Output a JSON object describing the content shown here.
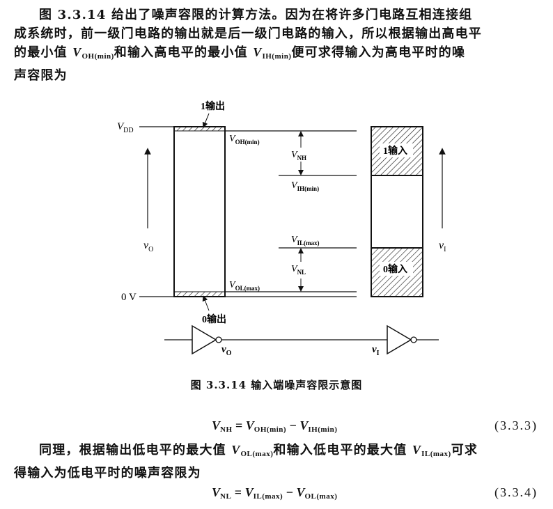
{
  "para1": {
    "l1": "图 3.3.14 给出了噪声容限的计算方法。因为在将许多门电路互相连接组",
    "l2": "成系统时，前一级门电路的输出就是后一级门电路的输入，所以根据输出高电平",
    "l3a": "的最小值",
    "l3_vsym": "V",
    "l3_sub1": "OH(min)",
    "l3b": "和输入高电平的最小值",
    "l3_sub2": "IH(min)",
    "l3c": "便可求得输入为高电平时的噪",
    "l4": "声容限为"
  },
  "figure": {
    "label_1out": "1输出",
    "label_0out": "0输出",
    "label_vdd_v": "V",
    "label_vdd_sub": "DD",
    "label_0v": "0 V",
    "label_vo_v": "v",
    "label_vo_sub": "O",
    "label_voh_v": "V",
    "label_voh_sub": "OH(min)",
    "label_vol_v": "V",
    "label_vol_sub": "OL(max)",
    "label_vnh_v": "V",
    "label_vnh_sub": "NH",
    "label_vih_v": "V",
    "label_vih_sub": "IH(min)",
    "label_vil_v": "V",
    "label_vil_sub": "IL(max)",
    "label_vnl_v": "V",
    "label_vnl_sub": "NL",
    "label_1in": "1输入",
    "label_0in": "0输入",
    "label_vi_v": "v",
    "label_vi_sub": "I",
    "label_gate_vo_v": "v",
    "label_gate_vo_sub": "O",
    "label_gate_vi_v": "v",
    "label_gate_vi_sub": "I"
  },
  "caption": "图 3.3.14    输入端噪声容限示意图",
  "eq1": {
    "lhs_v": "V",
    "lhs_sub": "NH",
    "t1_v": "V",
    "t1_sub": "OH(min)",
    "op": "=",
    "minus": "−",
    "t2_v": "V",
    "t2_sub": "IH(min)",
    "num": "(3.3.3)"
  },
  "para2": {
    "l1a": "同理，根据输出低电平的最大值",
    "vsym": "V",
    "sub1": "OL(max)",
    "l1b": "和输入低电平的最大值",
    "sub2": "IL(max)",
    "l1c": "可求",
    "l2": "得输入为低电平时的噪声容限为"
  },
  "eq2": {
    "lhs_v": "V",
    "lhs_sub": "NL",
    "t1_v": "V",
    "t1_sub": "IL(max)",
    "op": "=",
    "minus": "−",
    "t2_v": "V",
    "t2_sub": "OL(max)",
    "num": "(3.3.4)"
  }
}
